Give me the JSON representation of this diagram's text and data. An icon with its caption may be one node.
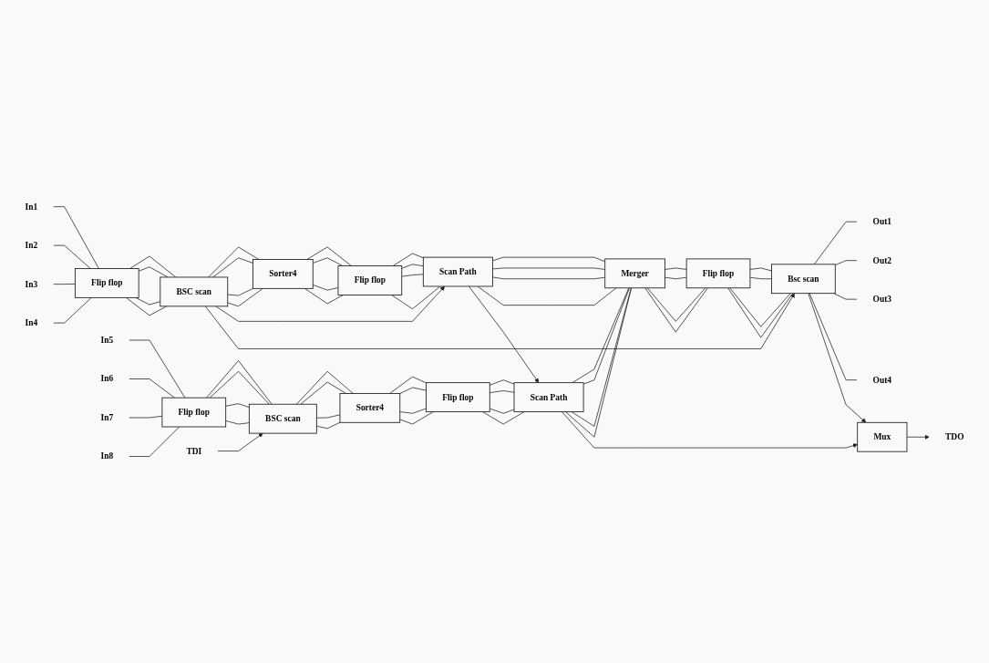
{
  "diagram": {
    "nodes": [
      {
        "text": [
          "In1"
        ]
      },
      {
        "text": [
          "In2"
        ]
      },
      {
        "text": [
          "In3"
        ]
      },
      {
        "text": [
          "In4"
        ]
      },
      {
        "text": [
          "Flip flop"
        ]
      },
      {
        "text": [
          "BSC scan"
        ]
      },
      {
        "text": [
          "Sorter4"
        ]
      },
      {
        "text": [
          "Flip flop"
        ]
      },
      {
        "text": [
          "Scan Path"
        ]
      },
      {
        "text": [
          "Merger"
        ]
      },
      {
        "text": [
          "Flip flop"
        ]
      },
      {
        "text": [
          "Bsc scan"
        ]
      },
      {
        "text": [
          "Out1"
        ]
      },
      {
        "text": [
          "Out2"
        ]
      },
      {
        "text": [
          "Out3"
        ]
      },
      {
        "text": [
          "Out4"
        ]
      },
      {
        "text": [
          "In5"
        ]
      },
      {
        "text": [
          "In6"
        ]
      },
      {
        "text": [
          "In7"
        ]
      },
      {
        "text": [
          "In8"
        ]
      },
      {
        "text": [
          "Flip flop"
        ]
      },
      {
        "text": [
          "BSC scan"
        ]
      },
      {
        "text": [
          "Sorter4"
        ]
      },
      {
        "text": [
          "Flip flop"
        ]
      },
      {
        "text": [
          "Scan Path"
        ]
      },
      {
        "text": [
          "TDI"
        ]
      },
      {
        "text": [
          "Mux"
        ]
      },
      {
        "text": [
          "TDO"
        ]
      }
    ],
    "edges": [
      {
        "from": 0,
        "to": 4,
        "arrow": "none"
      },
      {
        "from": 1,
        "to": 4,
        "arrow": "none"
      },
      {
        "from": 2,
        "to": 4,
        "arrow": "none"
      },
      {
        "from": 3,
        "to": 4,
        "arrow": "none"
      },
      {
        "from": 4,
        "to": 5,
        "arrow": "none"
      },
      {
        "from": 4,
        "to": 5,
        "arrow": "none"
      },
      {
        "from": 4,
        "to": 5,
        "arrow": "none"
      },
      {
        "from": 4,
        "to": 5,
        "arrow": "none"
      },
      {
        "from": 5,
        "to": 6,
        "arrow": "none"
      },
      {
        "from": 5,
        "to": 6,
        "arrow": "none"
      },
      {
        "from": 5,
        "to": 6,
        "arrow": "none"
      },
      {
        "from": 5,
        "to": 6,
        "arrow": "none"
      },
      {
        "from": 6,
        "to": 7,
        "arrow": "none"
      },
      {
        "from": 6,
        "to": 7,
        "arrow": "none"
      },
      {
        "from": 6,
        "to": 7,
        "arrow": "none"
      },
      {
        "from": 6,
        "to": 7,
        "arrow": "none"
      },
      {
        "from": 7,
        "to": 8,
        "arrow": "none"
      },
      {
        "from": 7,
        "to": 8,
        "arrow": "none"
      },
      {
        "from": 7,
        "to": 8,
        "arrow": "none"
      },
      {
        "from": 7,
        "to": 8,
        "arrow": "none"
      },
      {
        "from": 8,
        "to": 9,
        "arrow": "none"
      },
      {
        "from": 8,
        "to": 9,
        "arrow": "none"
      },
      {
        "from": 8,
        "to": 9,
        "arrow": "none"
      },
      {
        "from": 8,
        "to": 9,
        "arrow": "none"
      },
      {
        "from": 9,
        "to": 10,
        "arrow": "none"
      },
      {
        "from": 9,
        "to": 10,
        "arrow": "none"
      },
      {
        "from": 9,
        "to": 10,
        "arrow": "none"
      },
      {
        "from": 9,
        "to": 10,
        "arrow": "none"
      },
      {
        "from": 10,
        "to": 11,
        "arrow": "none"
      },
      {
        "from": 10,
        "to": 11,
        "arrow": "none"
      },
      {
        "from": 10,
        "to": 11,
        "arrow": "none"
      },
      {
        "from": 10,
        "to": 11,
        "arrow": "none"
      },
      {
        "from": 11,
        "to": 12,
        "arrow": "none"
      },
      {
        "from": 11,
        "to": 13,
        "arrow": "none"
      },
      {
        "from": 11,
        "to": 14,
        "arrow": "none"
      },
      {
        "from": 11,
        "to": 15,
        "arrow": "none"
      },
      {
        "from": 5,
        "to": 8,
        "arrow": "to"
      },
      {
        "from": 5,
        "to": 11,
        "arrow": "to"
      },
      {
        "from": 8,
        "to": 24,
        "arrow": "to"
      },
      {
        "from": 11,
        "to": 26,
        "arrow": "to"
      },
      {
        "from": 16,
        "to": 20,
        "arrow": "none"
      },
      {
        "from": 17,
        "to": 20,
        "arrow": "none"
      },
      {
        "from": 18,
        "to": 20,
        "arrow": "none"
      },
      {
        "from": 19,
        "to": 20,
        "arrow": "none"
      },
      {
        "from": 20,
        "to": 21,
        "arrow": "none"
      },
      {
        "from": 20,
        "to": 21,
        "arrow": "none"
      },
      {
        "from": 20,
        "to": 21,
        "arrow": "none"
      },
      {
        "from": 20,
        "to": 21,
        "arrow": "none"
      },
      {
        "from": 21,
        "to": 22,
        "arrow": "none"
      },
      {
        "from": 21,
        "to": 22,
        "arrow": "none"
      },
      {
        "from": 21,
        "to": 22,
        "arrow": "none"
      },
      {
        "from": 21,
        "to": 22,
        "arrow": "none"
      },
      {
        "from": 22,
        "to": 23,
        "arrow": "none"
      },
      {
        "from": 22,
        "to": 23,
        "arrow": "none"
      },
      {
        "from": 22,
        "to": 23,
        "arrow": "none"
      },
      {
        "from": 22,
        "to": 23,
        "arrow": "none"
      },
      {
        "from": 23,
        "to": 24,
        "arrow": "none"
      },
      {
        "from": 23,
        "to": 24,
        "arrow": "none"
      },
      {
        "from": 23,
        "to": 24,
        "arrow": "none"
      },
      {
        "from": 23,
        "to": 24,
        "arrow": "none"
      },
      {
        "from": 24,
        "to": 9,
        "arrow": "none"
      },
      {
        "from": 24,
        "to": 9,
        "arrow": "none"
      },
      {
        "from": 24,
        "to": 9,
        "arrow": "none"
      },
      {
        "from": 24,
        "to": 9,
        "arrow": "none"
      },
      {
        "from": 25,
        "to": 21,
        "arrow": "to"
      },
      {
        "from": 24,
        "to": 26,
        "arrow": "to"
      },
      {
        "from": 26,
        "to": 27,
        "arrow": "to"
      }
    ]
  }
}
